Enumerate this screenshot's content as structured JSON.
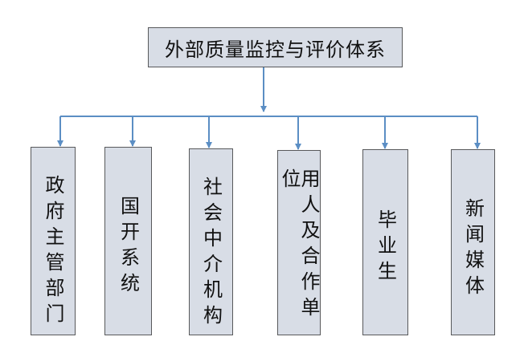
{
  "root": {
    "label": "外部质量监控与评价体系"
  },
  "children": [
    {
      "label": "政府主管部门"
    },
    {
      "label": "国开系统"
    },
    {
      "label": "社会中介机构"
    },
    {
      "label": "用人及合作单位"
    },
    {
      "label": "毕业生"
    },
    {
      "label": "新闻媒体"
    }
  ],
  "colors": {
    "connector": "#5b8ec4",
    "box_fill": "#d8dde6",
    "box_border": "#58595b",
    "text": "#111111"
  }
}
